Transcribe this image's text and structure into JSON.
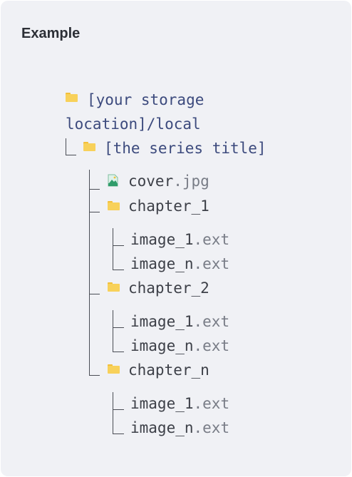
{
  "heading": "Example",
  "root": {
    "line1": "[your storage",
    "line2": "location]/local"
  },
  "series": "[the series title]",
  "cover": {
    "name": "cover",
    "ext": ".jpg"
  },
  "chapters": [
    {
      "name": "chapter_1",
      "files": [
        {
          "name": "image_1",
          "ext": ".ext"
        },
        {
          "name": "image_n",
          "ext": ".ext"
        }
      ]
    },
    {
      "name": "chapter_2",
      "files": [
        {
          "name": "image_1",
          "ext": ".ext"
        },
        {
          "name": "image_n",
          "ext": ".ext"
        }
      ]
    },
    {
      "name": "chapter_n",
      "files": [
        {
          "name": "image_1",
          "ext": ".ext"
        },
        {
          "name": "image_n",
          "ext": ".ext"
        }
      ]
    }
  ],
  "icons": {
    "folder": "folder-icon",
    "image": "image-file-icon"
  },
  "colors": {
    "background": "#f0f1f5",
    "path_text": "#3c4a7d",
    "file_text": "#3d4048",
    "extension_text": "#787c86",
    "folder": "#f8d15a"
  }
}
